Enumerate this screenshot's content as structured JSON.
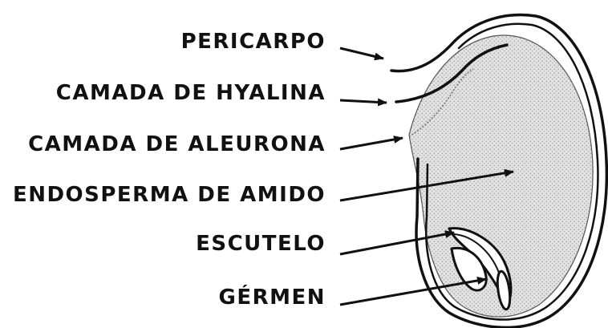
{
  "labels": {
    "pericarpo": "PERICARPO",
    "camada_hyalina": "CAMADA DE HYALINA",
    "camada_aleurona": "CAMADA DE ALEURONA",
    "endosperma": "ENDOSPERMA DE AMIDO",
    "escutelo": "ESCUTELO",
    "germen": "GÉRMEN"
  },
  "colors": {
    "ink": "#111111",
    "endosperm_fill": "#d9d9d9",
    "background": "#ffffff"
  }
}
